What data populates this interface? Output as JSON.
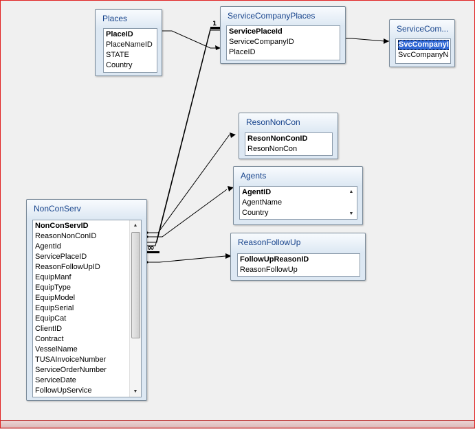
{
  "tables": {
    "places": {
      "title": "Places",
      "fields": [
        {
          "name": "PlaceID",
          "pk": true
        },
        {
          "name": "PlaceNameID"
        },
        {
          "name": "STATE"
        },
        {
          "name": "Country"
        }
      ]
    },
    "service_company_places": {
      "title": "ServiceCompanyPlaces",
      "fields": [
        {
          "name": "ServicePlaceId",
          "pk": true
        },
        {
          "name": "ServiceCompanyID"
        },
        {
          "name": "PlaceID"
        }
      ]
    },
    "service_company": {
      "title": "ServiceCom...",
      "fields": [
        {
          "name": "SvcCompanyID",
          "pk": true,
          "selected": true
        },
        {
          "name": "SvcCompanyNa"
        }
      ]
    },
    "reson_non_con": {
      "title": "ResonNonCon",
      "fields": [
        {
          "name": "ResonNonConID",
          "pk": true
        },
        {
          "name": "ResonNonCon"
        }
      ]
    },
    "agents": {
      "title": "Agents",
      "fields": [
        {
          "name": "AgentID",
          "pk": true
        },
        {
          "name": "AgentName"
        },
        {
          "name": "Country"
        }
      ]
    },
    "reason_follow_up": {
      "title": "ReasonFollowUp",
      "fields": [
        {
          "name": "FollowUpReasonID",
          "pk": true
        },
        {
          "name": "ReasonFollowUp"
        }
      ]
    },
    "non_con_serv": {
      "title": "NonConServ",
      "fields": [
        {
          "name": "NonConServID",
          "pk": true
        },
        {
          "name": "ReasonNonConID"
        },
        {
          "name": "AgentId"
        },
        {
          "name": "ServicePlaceID"
        },
        {
          "name": "ReasonFollowUpID"
        },
        {
          "name": "EquipManf"
        },
        {
          "name": "EquipType"
        },
        {
          "name": "EquipModel"
        },
        {
          "name": "EquipSerial"
        },
        {
          "name": "EquipCat"
        },
        {
          "name": "ClientID"
        },
        {
          "name": "Contract"
        },
        {
          "name": "VesselName"
        },
        {
          "name": "TUSAInvoiceNumber"
        },
        {
          "name": "ServiceOrderNumber"
        },
        {
          "name": "ServiceDate"
        },
        {
          "name": "FollowUpService"
        }
      ]
    }
  },
  "cardinality": {
    "one": "1",
    "many": "∞"
  },
  "scroll_glyphs": {
    "up": "▲",
    "down": "▼"
  }
}
